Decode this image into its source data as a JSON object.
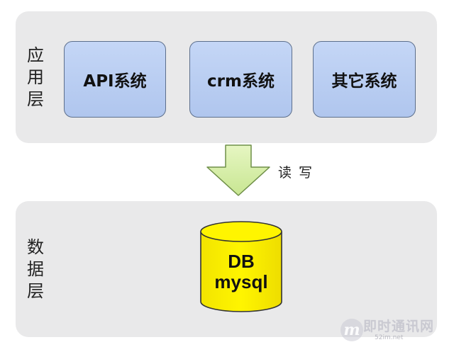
{
  "app_layer": {
    "label_chars": [
      "应",
      "用",
      "层"
    ],
    "systems": [
      "API系统",
      "crm系统",
      "其它系统"
    ]
  },
  "connector": {
    "label": "读 写"
  },
  "data_layer": {
    "label_chars": [
      "数",
      "据",
      "层"
    ],
    "db_line1": "DB",
    "db_line2": "mysql"
  },
  "watermark": {
    "text": "即时通讯网",
    "url": "52im.net",
    "logo_letter": "m"
  },
  "colors": {
    "panel_bg": "#e9e9ea",
    "system_box_fill": "#b9cdf2",
    "system_box_border": "#5d6f8c",
    "db_fill": "#fff200",
    "arrow_fill": "#d8f0a8",
    "arrow_stroke": "#6f8f48"
  }
}
